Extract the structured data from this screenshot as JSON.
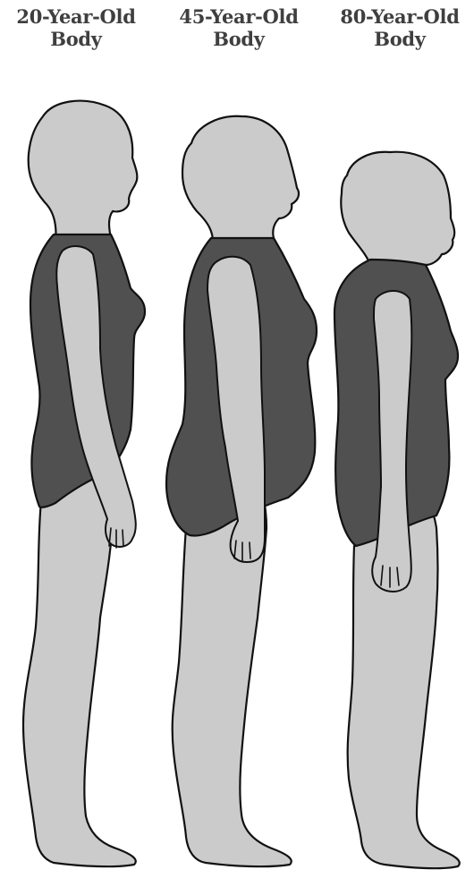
{
  "labels": [
    {
      "age": "20-Year-Old",
      "word": "Body"
    },
    {
      "age": "45-Year-Old",
      "word": "Body"
    },
    {
      "age": "80-Year-Old",
      "word": "Body"
    }
  ],
  "colors": {
    "background": "#ffffff",
    "skin": "#cbcbcb",
    "swimsuit": "#505050",
    "outline": "#111111",
    "label_text": "#3f3f3f"
  }
}
